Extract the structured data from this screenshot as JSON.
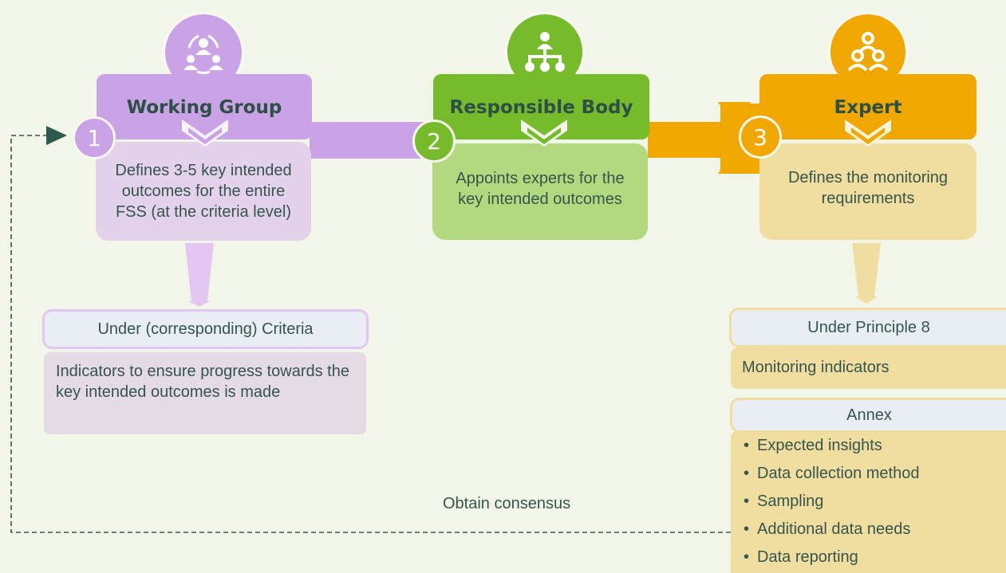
{
  "colors": {
    "background": "#f2f6e8",
    "purple": "#c9a3e6",
    "purple_light": "#e4d2ec",
    "green": "#76bb2a",
    "green_light": "#b3d97f",
    "orange": "#f0a800",
    "orange_light": "#f0dea0",
    "text_dark": "#2d4f46"
  },
  "steps": [
    {
      "number": "1",
      "title": "Working Group",
      "description": "Defines 3-5 key intended outcomes for the entire FSS (at the criteria level)",
      "icon": "group-circle-icon"
    },
    {
      "number": "2",
      "title": "Responsible Body",
      "description": "Appoints experts for the key intended outcomes",
      "icon": "org-chart-icon"
    },
    {
      "number": "3",
      "title": "Expert",
      "description": "Defines the monitoring requirements",
      "icon": "experts-icon"
    }
  ],
  "criteria_panel": {
    "heading": "Under (corresponding) Criteria",
    "text": "Indicators to ensure progress towards the key intended outcomes is made"
  },
  "principle_panel": {
    "heading": "Under Principle 8",
    "text": "Monitoring indicators"
  },
  "annex_panel": {
    "heading": "Annex",
    "items": [
      "Expected insights",
      "Data collection method",
      "Sampling",
      "Additional data needs",
      "Data reporting"
    ]
  },
  "feedback_label": "Obtain consensus"
}
